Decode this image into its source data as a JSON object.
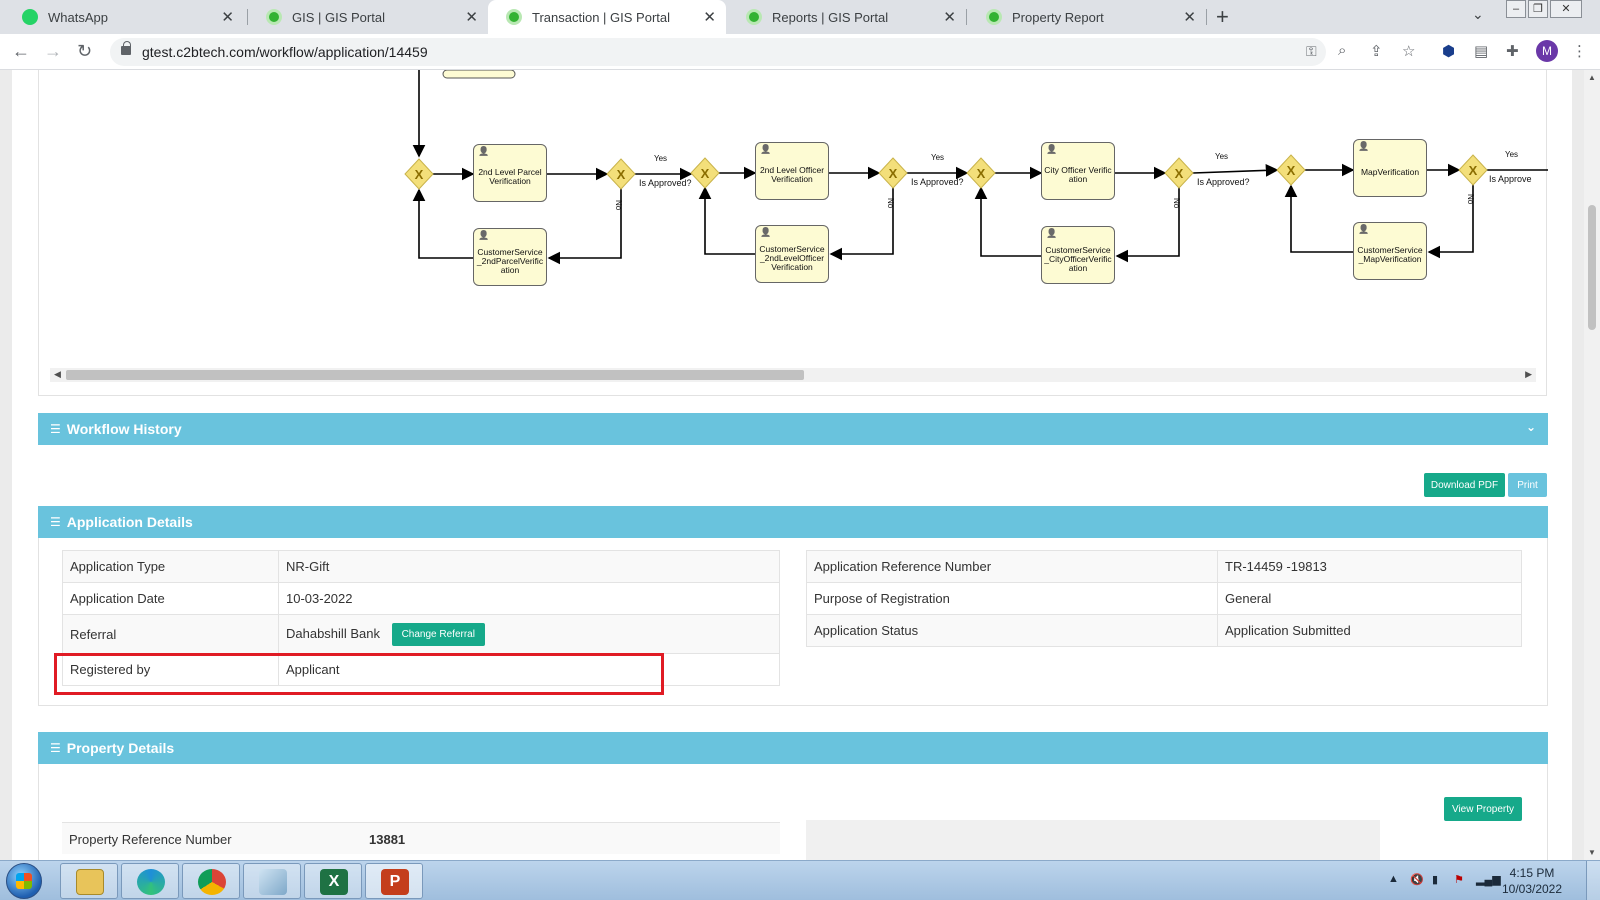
{
  "browser": {
    "tabs": [
      {
        "title": "WhatsApp",
        "icon": "whatsapp-icon",
        "active": false
      },
      {
        "title": "GIS | GIS Portal",
        "icon": "gis-portal-icon",
        "active": false
      },
      {
        "title": "Transaction | GIS Portal",
        "icon": "gis-portal-icon",
        "active": true
      },
      {
        "title": "Reports | GIS Portal",
        "icon": "gis-portal-icon",
        "active": false
      },
      {
        "title": "Property Report",
        "icon": "gis-portal-icon",
        "active": false
      }
    ],
    "url": "gtest.c2btech.com/workflow/application/14459",
    "profile_initial": "M"
  },
  "workflow_diagram": {
    "nodes": {
      "second_level_parcel": "2nd Level Parcel Verification",
      "cs_second_parcel": "CustomerService_2ndParcelVerification",
      "second_level_officer": "2nd Level Officer Verification",
      "cs_second_officer": "CustomerService_2ndLevelOfficerVerification",
      "city_officer": "City Officer Verification",
      "cs_city_officer": "CustomerService_CityOfficerVerification",
      "map_verification": "MapVerification",
      "cs_map_verification": "CustomerService_MapVerification"
    },
    "gateway_label": "Is Approved?",
    "gateway_label_cut": "Is Approve",
    "yes_label": "Yes",
    "no_label": "No",
    "gateway_symbol": "X"
  },
  "workflow_history": {
    "title": "Workflow History"
  },
  "actions": {
    "download_pdf": "Download PDF",
    "print": "Print"
  },
  "application_details": {
    "title": "Application Details",
    "left": [
      {
        "label": "Application Type",
        "value": "NR-Gift"
      },
      {
        "label": "Application Date",
        "value": "10-03-2022"
      },
      {
        "label": "Referral",
        "value": "Dahabshill Bank",
        "button": "Change Referral"
      },
      {
        "label": "Registered by",
        "value": "Applicant"
      }
    ],
    "right": [
      {
        "label": "Application Reference Number",
        "value": "TR-14459 -19813"
      },
      {
        "label": "Purpose of Registration",
        "value": "General"
      },
      {
        "label": "Application Status",
        "value": "Application Submitted"
      }
    ]
  },
  "property_details": {
    "title": "Property Details",
    "view_button": "View Property",
    "reference_label": "Property Reference Number",
    "reference_value": "13881"
  },
  "taskbar": {
    "time": "4:15 PM",
    "date": "10/03/2022"
  },
  "colors": {
    "panel_header": "#69c3dd",
    "primary_button": "#16a98a",
    "highlight_box": "#e01b24",
    "task_fill": "#fdfbd3"
  }
}
